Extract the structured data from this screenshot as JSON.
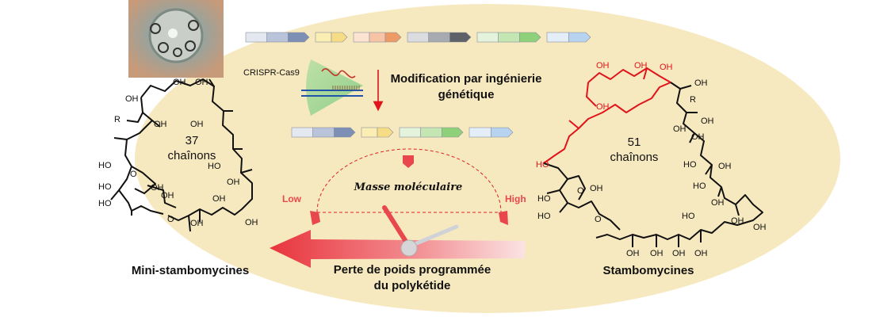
{
  "title_modification": [
    "Modification par ingénierie",
    "génétique"
  ],
  "crispr_label": "CRISPR-Cas9",
  "gauge": {
    "title": "Masse moléculaire",
    "low": "Low",
    "high": "High"
  },
  "weight_loss": [
    "Perte de poids programmée",
    "du polykétide"
  ],
  "left_molecule": {
    "name": "Mini-stambomycines",
    "ring": [
      "37",
      "chaînons"
    ],
    "atoms": [
      "OH",
      "OH",
      "OH",
      "R",
      "OH",
      "OH",
      "HO",
      "O",
      "OH",
      "HO",
      "OH",
      "HO",
      "HO",
      "O",
      "OH",
      "OH",
      "OH",
      "OH"
    ]
  },
  "right_molecule": {
    "name": "Stambomycines",
    "ring": [
      "51",
      "chaînons"
    ],
    "atoms_red": [
      "OH",
      "OH",
      "OH",
      "OH",
      "HO"
    ],
    "atoms": [
      "OH",
      "R",
      "OH",
      "OH",
      "OH",
      "HO",
      "OH",
      "HO",
      "OH",
      "HO",
      "O",
      "HO",
      "OH",
      "HO",
      "O",
      "OH",
      "OH",
      "OH",
      "OH",
      "OH",
      "OH"
    ]
  },
  "colors": {
    "background_ellipse": "#f7e9bf",
    "red_accent": "#e8474e",
    "dark_text": "#111111"
  }
}
